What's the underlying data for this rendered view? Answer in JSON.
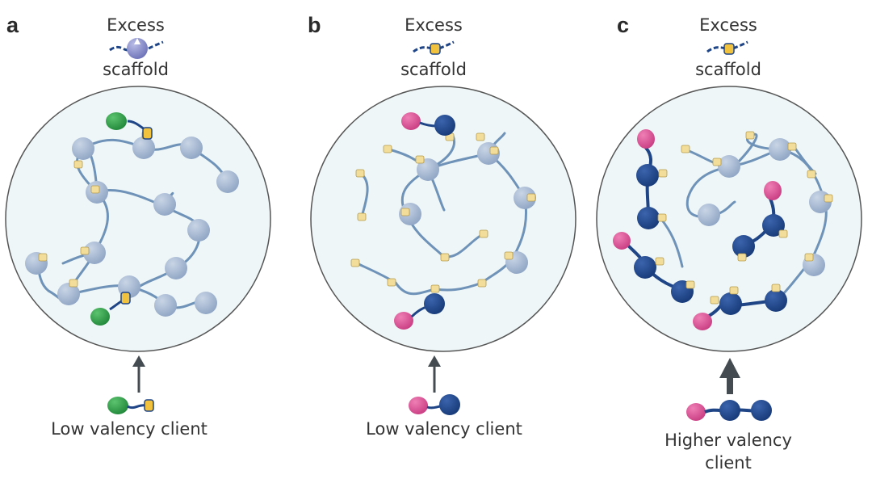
{
  "panels": [
    {
      "letter": "a",
      "top_line1": "Excess",
      "top_line2": "scaffold",
      "bottom_line1": "Low valency client",
      "bottom_line2": "",
      "client_color": "#2da04a",
      "arrow": "thin"
    },
    {
      "letter": "b",
      "top_line1": "Excess",
      "top_line2": "scaffold",
      "bottom_line1": "Low valency client",
      "bottom_line2": "",
      "client_color": "#d94f93",
      "arrow": "thin"
    },
    {
      "letter": "c",
      "top_line1": "Excess",
      "top_line2": "scaffold",
      "bottom_line1": "Higher valency",
      "bottom_line2": "client",
      "client_color": "#d94f93",
      "arrow": "thick"
    }
  ],
  "colors": {
    "droplet_fill": "#eef6f7",
    "droplet_stroke": "#555555",
    "linker": "#6f93b8",
    "sticker_grey": "#9fb3cf",
    "sticker_navy": "#1f4587",
    "small_sticker": "#f3dd9a",
    "client_green": "#2da04a",
    "client_pink": "#d94f93",
    "arrow": "#444c52"
  }
}
